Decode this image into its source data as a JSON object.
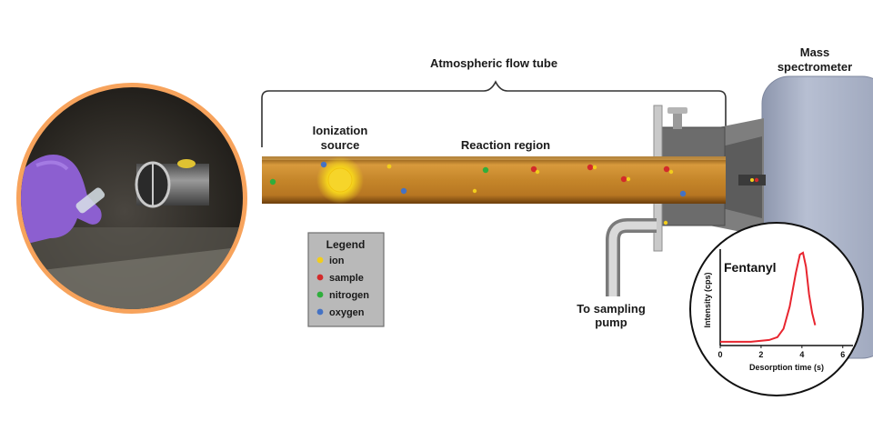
{
  "labels": {
    "flow_tube": "Atmospheric flow tube",
    "mass_spec_line1": "Mass",
    "mass_spec_line2": "spectrometer",
    "ionization_line1": "Ionization",
    "ionization_line2": "source",
    "reaction_region": "Reaction region",
    "pump_line1": "To sampling",
    "pump_line2": "pump"
  },
  "legend": {
    "title": "Legend",
    "items": [
      {
        "label": "ion",
        "color": "#f2cd1c"
      },
      {
        "label": "sample",
        "color": "#d32a2a"
      },
      {
        "label": "nitrogen",
        "color": "#2fae3c"
      },
      {
        "label": "oxygen",
        "color": "#4472c4"
      }
    ]
  },
  "colors": {
    "photo_ring": "#f7a35c",
    "tube": "#c8892c",
    "mass_spec": "#a9b1c6",
    "trace": "#e8252f"
  },
  "chart_data": {
    "type": "line",
    "title": "Fentanyl",
    "xlabel": "Desorption time (s)",
    "ylabel": "Intensity (cps)",
    "xlim": [
      0,
      6.5
    ],
    "ylim": [
      0,
      1
    ],
    "x_ticks": [
      "0",
      "2",
      "4",
      "6"
    ],
    "series": [
      {
        "x": [
          0,
          1.5,
          2.4,
          2.8,
          3.1,
          3.4,
          3.7,
          3.9,
          4.05,
          4.2,
          4.35,
          4.5,
          4.65
        ],
        "values": [
          0.04,
          0.04,
          0.06,
          0.09,
          0.18,
          0.42,
          0.78,
          0.98,
          1.0,
          0.85,
          0.55,
          0.35,
          0.22
        ]
      }
    ]
  }
}
